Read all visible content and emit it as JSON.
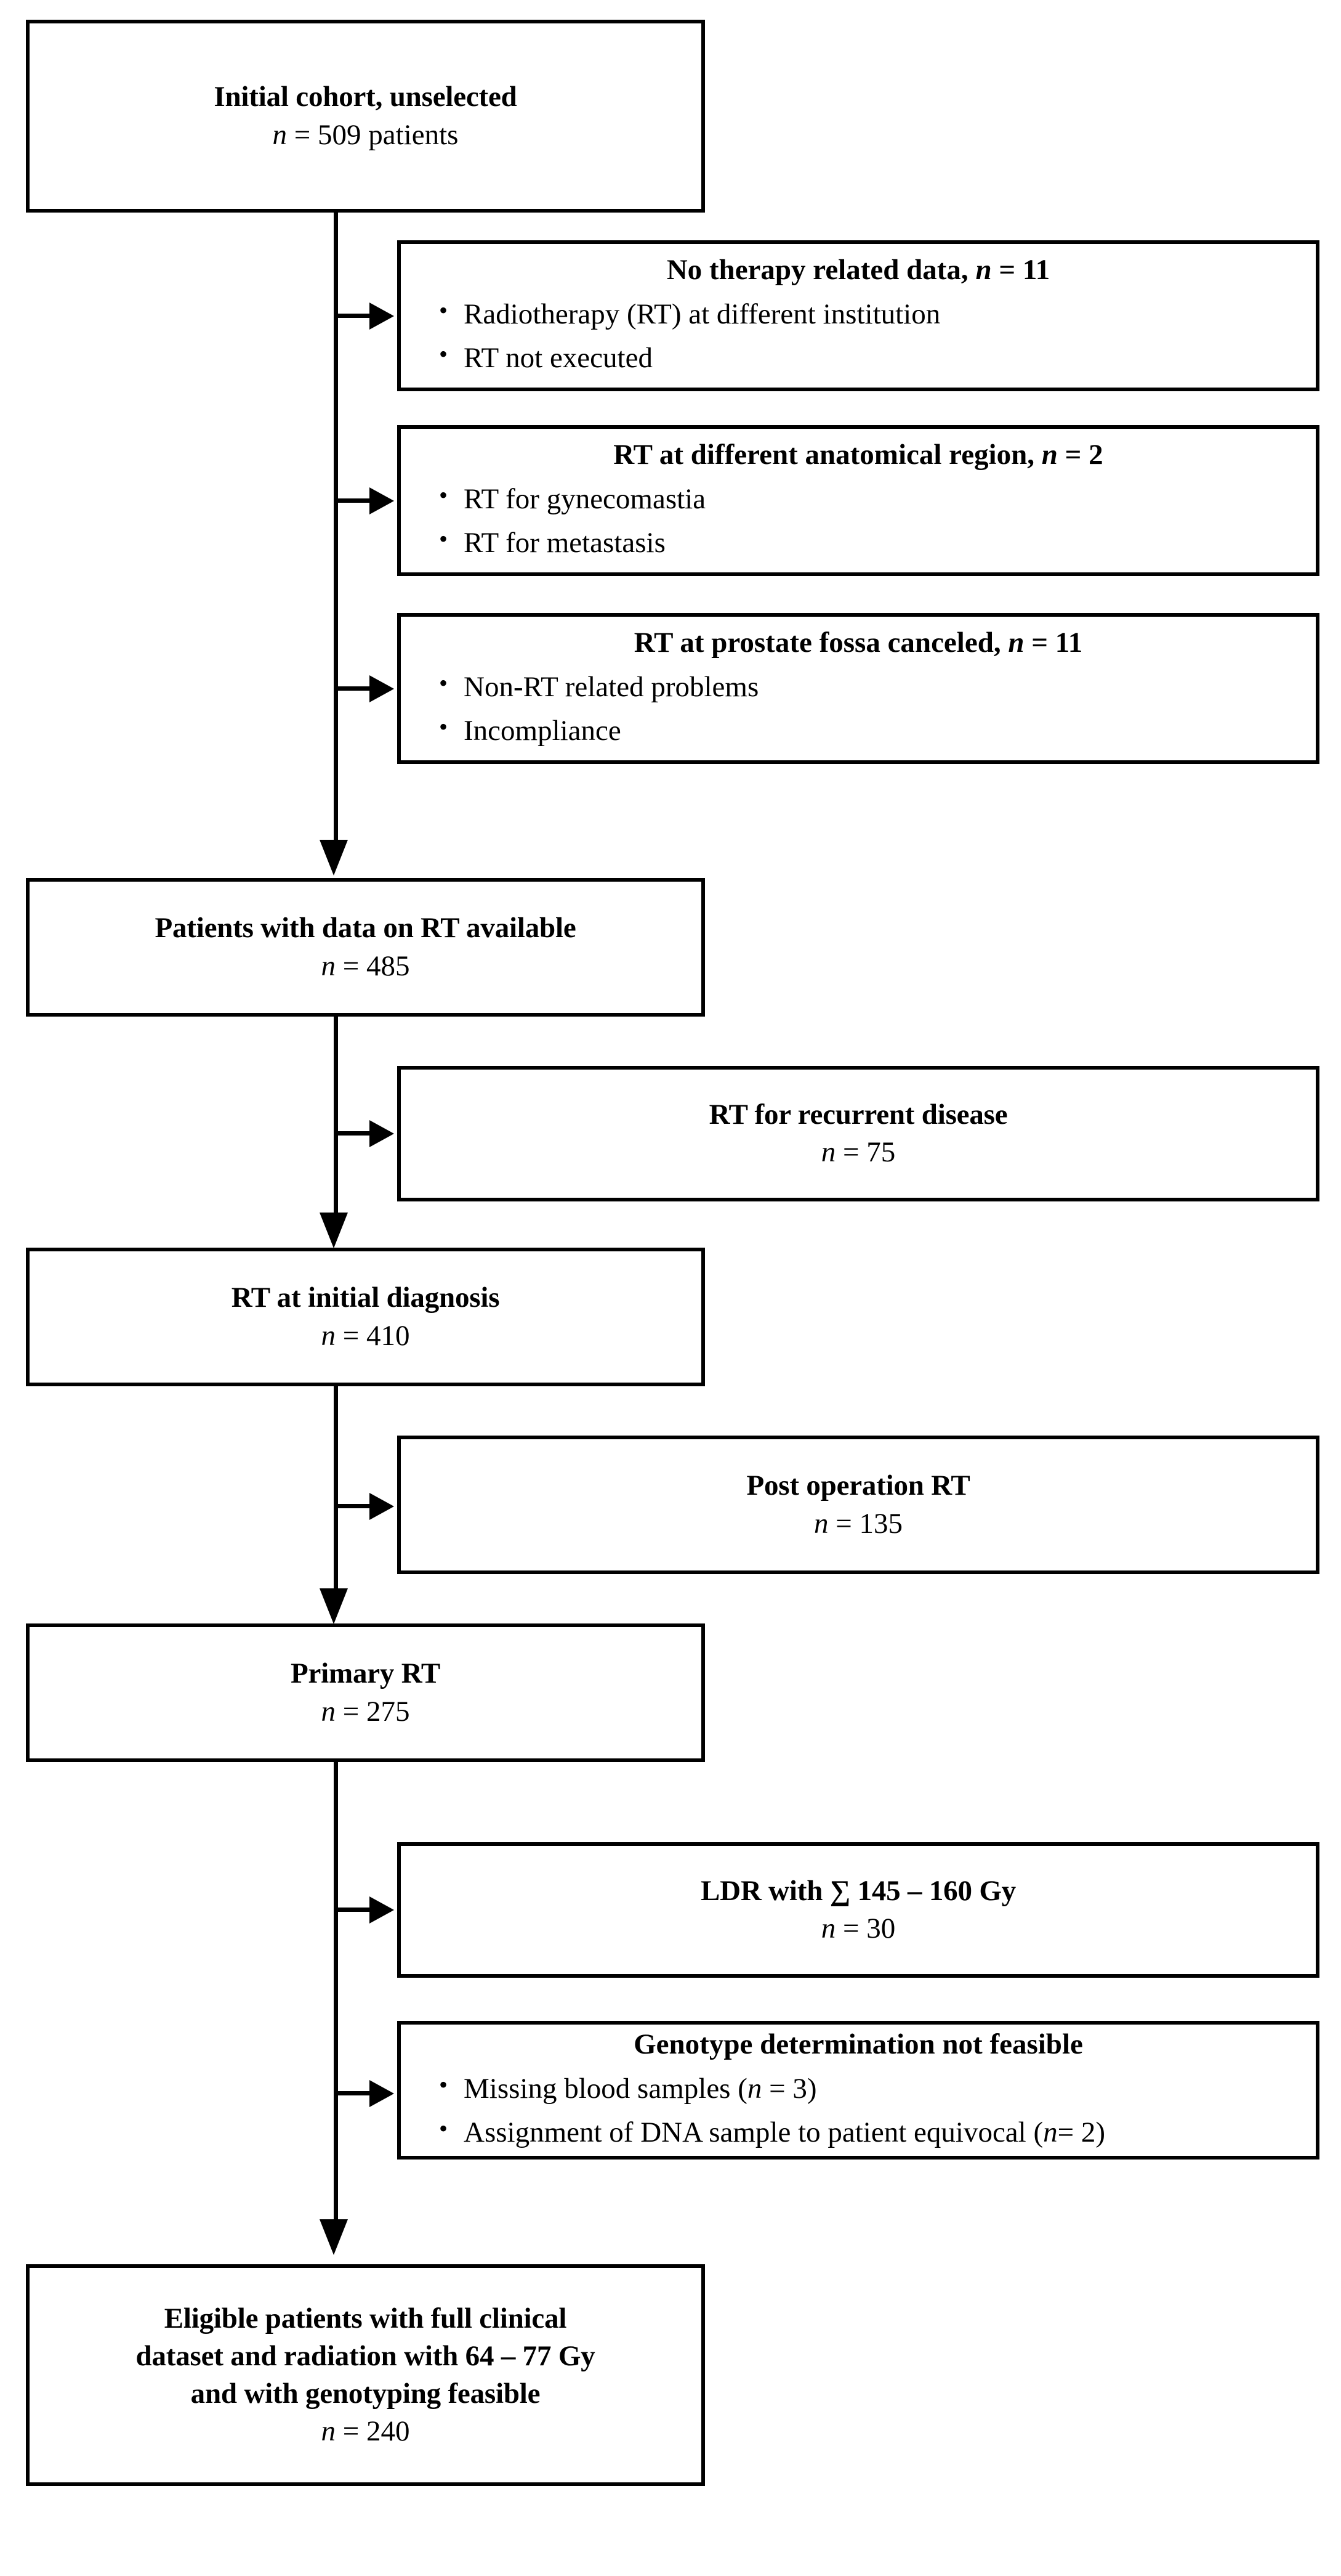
{
  "diagram": {
    "type": "patient-flow-consort",
    "boxes": [
      {
        "id": "initial-cohort",
        "title": "Initial cohort, unselected",
        "n_label": "n",
        "n_value": "= 509 patients"
      },
      {
        "id": "no-therapy-data",
        "header_text": "No therapy related data,",
        "header_n_label": "n",
        "header_n_value": "= 11",
        "bullets": [
          "Radiotherapy (RT) at different institution",
          "RT not executed"
        ]
      },
      {
        "id": "rt-different-region",
        "header_text": "RT at different anatomical region,",
        "header_n_label": "n",
        "header_n_value": "= 2",
        "bullets": [
          "RT for gynecomastia",
          "RT for metastasis"
        ]
      },
      {
        "id": "rt-prostate-fossa-canceled",
        "header_text": "RT at prostate fossa canceled,",
        "header_n_label": "n",
        "header_n_value": "= 11",
        "bullets": [
          "Non-RT related problems",
          "Incompliance"
        ]
      },
      {
        "id": "patients-with-rt-data",
        "title": "Patients with data on RT available",
        "n_label": "n",
        "n_value": "= 485"
      },
      {
        "id": "rt-recurrent-disease",
        "title": "RT for recurrent disease",
        "n_label": "n",
        "n_value": "= 75"
      },
      {
        "id": "rt-initial-diagnosis",
        "title": "RT at initial diagnosis",
        "n_label": "n",
        "n_value": "= 410"
      },
      {
        "id": "post-operation-rt",
        "title": "Post operation RT",
        "n_label": "n",
        "n_value": "= 135"
      },
      {
        "id": "primary-rt",
        "title": "Primary RT",
        "n_label": "n",
        "n_value": "= 275"
      },
      {
        "id": "ldr",
        "title": "LDR with ∑ 145 – 160 Gy",
        "n_label": "n",
        "n_value": "= 30"
      },
      {
        "id": "genotype-not-feasible",
        "header_text": "Genotype determination not feasible",
        "bullets_rich": [
          {
            "pre": "Missing blood samples (",
            "n_label": "n",
            "post": "= 3)"
          },
          {
            "pre": "Assignment of DNA sample to patient equivocal (",
            "n_label": "n",
            "post": "= 2)"
          }
        ]
      },
      {
        "id": "eligible-patients",
        "title_line1": "Eligible patients with full clinical",
        "title_line2": "dataset and radiation with 64 – 77 Gy",
        "title_line3": "and with genotyping feasible",
        "n_label": "n",
        "n_value": "= 240"
      }
    ],
    "colors": {
      "stroke": "#000000",
      "fill": "#ffffff",
      "text": "#000000"
    }
  }
}
